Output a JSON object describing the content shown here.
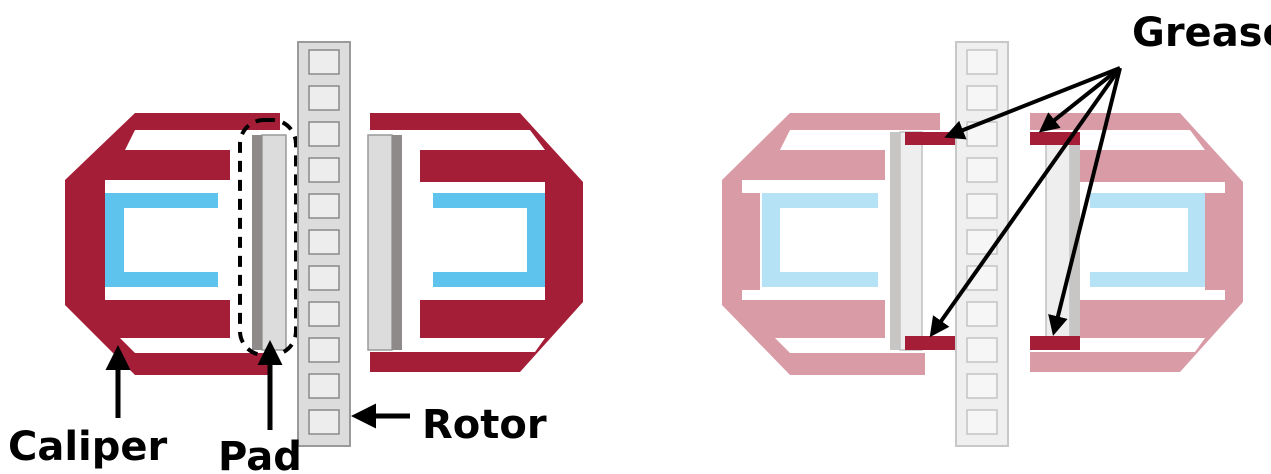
{
  "labels": {
    "caliper": "Caliper",
    "pad": "Pad",
    "rotor": "Rotor",
    "grease": "Grease"
  },
  "colors": {
    "caliper": "#A51E38",
    "caliper_faded": "#D99BA6",
    "piston": "#5EC4EE",
    "piston_faded": "#B6E2F6",
    "pad": "#DCDCDC",
    "pad_backing": "#8E8A89",
    "rotor": "#DCDCDC",
    "grease": "#A51E38"
  },
  "diagrams": [
    {
      "name": "brake-caliper-diagram"
    },
    {
      "name": "brake-grease-diagram"
    }
  ]
}
